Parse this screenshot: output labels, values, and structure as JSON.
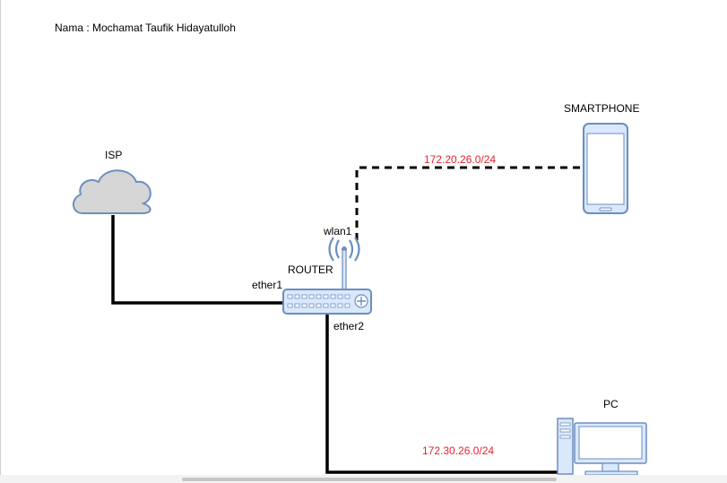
{
  "header": {
    "name_text": "Nama : Mochamat Taufik Hidayatulloh"
  },
  "nodes": {
    "isp": {
      "label": "ISP",
      "icon": "cloud-icon"
    },
    "router": {
      "label": "ROUTER",
      "icon": "router-icon"
    },
    "smartphone": {
      "label": "SMARTPHONE",
      "icon": "smartphone-icon"
    },
    "pc": {
      "label": "PC",
      "icon": "desktop-pc-icon"
    }
  },
  "interfaces": {
    "ether1": "ether1",
    "ether2": "ether2",
    "wlan1": "wlan1"
  },
  "networks": {
    "wireless": "172.20.26.0/24",
    "lan": "172.30.26.0/24"
  },
  "colors": {
    "network_label": "#e8242e",
    "icon_fill": "#dae8fc",
    "icon_stroke": "#6c8ebf",
    "cloud_fill": "#d6d6d6",
    "link": "#000000"
  }
}
